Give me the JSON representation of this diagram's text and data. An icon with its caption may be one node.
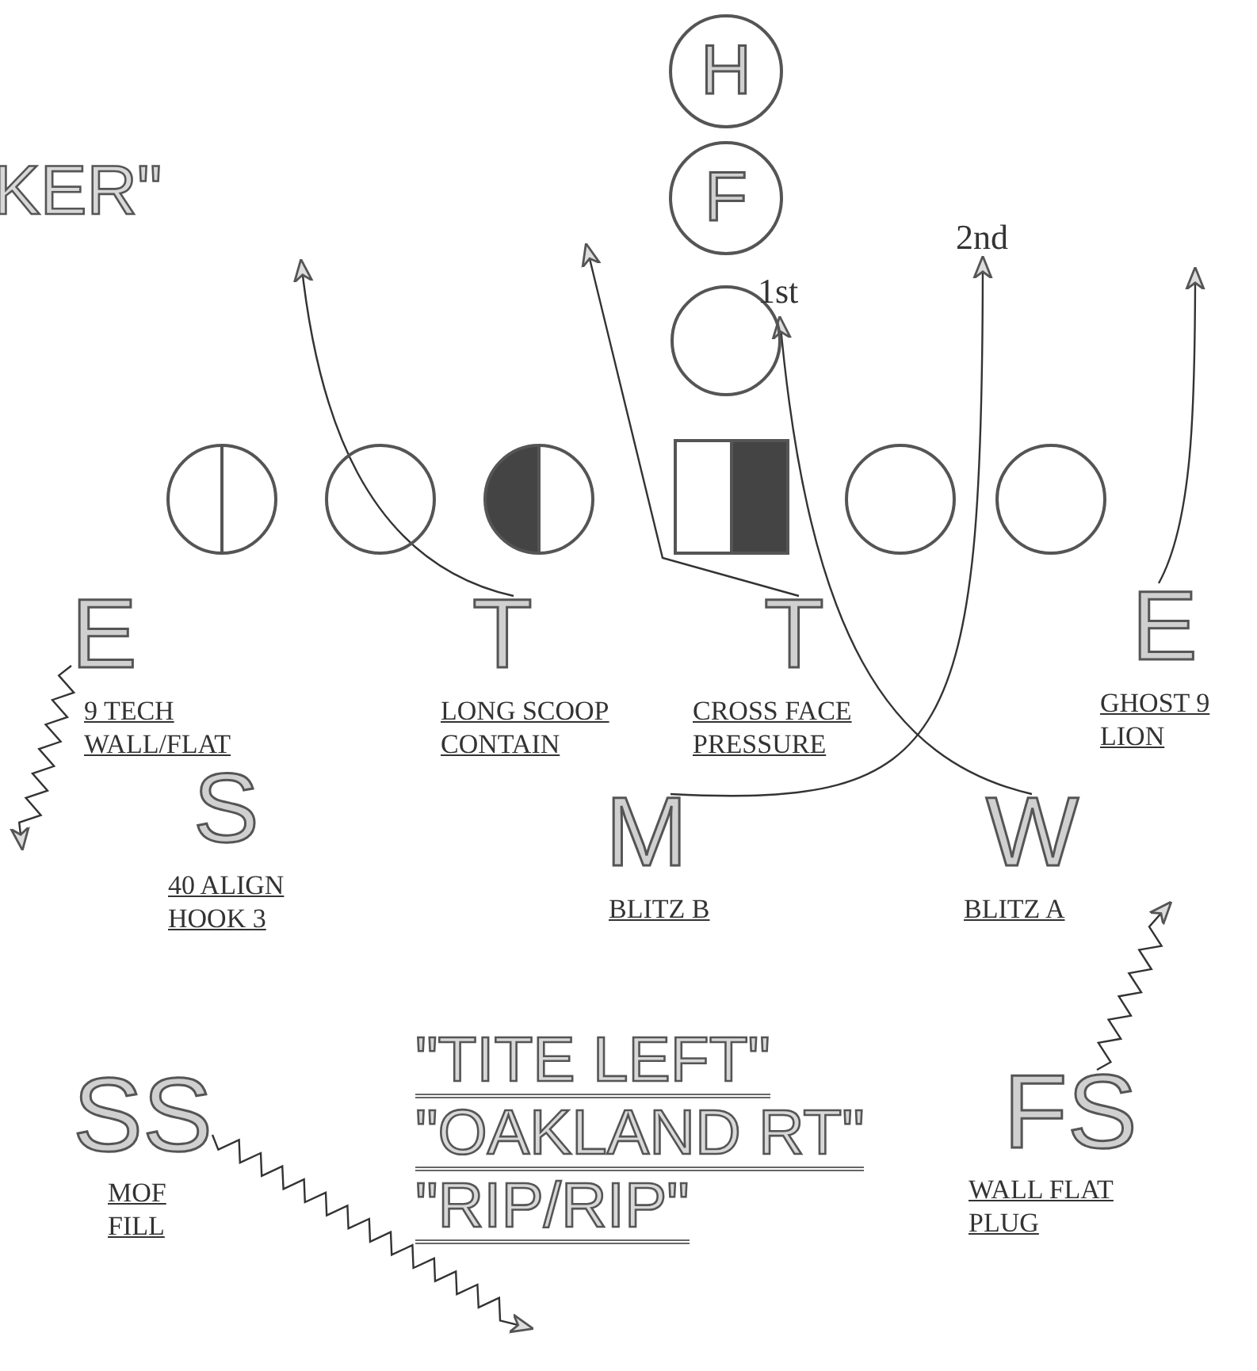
{
  "diagram": {
    "nodes": [
      {
        "text": [
          "H"
        ]
      },
      {
        "text": [
          "F"
        ]
      },
      {
        "text": [],
        "shape": "circle"
      },
      {
        "text": [],
        "shape": "circle"
      },
      {
        "text": [],
        "shape": "circle"
      },
      {
        "text": [],
        "shape": "circle"
      },
      {
        "text": [],
        "shape": "box"
      },
      {
        "text": [],
        "shape": "circle"
      },
      {
        "text": [],
        "shape": "circle"
      },
      {
        "text": [
          "E",
          "9 TECH WALL/FLAT"
        ]
      },
      {
        "text": [
          "T",
          "LONG SCOOP CONTAIN"
        ]
      },
      {
        "text": [
          "T",
          "CROSS FACE PRESSURE"
        ]
      },
      {
        "text": [
          "E",
          "GHOST 9 LION"
        ]
      },
      {
        "text": [
          "S",
          "40 ALIGN HOOK 3"
        ]
      },
      {
        "text": [
          "M",
          "BLITZ B"
        ]
      },
      {
        "text": [
          "W",
          "BLITZ A"
        ]
      },
      {
        "text": [
          "SS",
          "MOF FILL"
        ]
      },
      {
        "text": [
          "FS",
          "WALL FLAT PLUG"
        ]
      },
      {
        "text": [
          "1st"
        ]
      },
      {
        "text": [
          "2nd"
        ]
      }
    ],
    "edges": [
      {
        "from": 10,
        "to": null,
        "arrow": "to"
      },
      {
        "from": 11,
        "to": null,
        "arrow": "to"
      },
      {
        "from": 14,
        "to": 19,
        "arrow": "to"
      },
      {
        "from": 15,
        "to": 2,
        "arrow": "to"
      },
      {
        "from": 12,
        "to": null,
        "arrow": "to"
      },
      {
        "from": 9,
        "to": null,
        "arrow": "to"
      },
      {
        "from": 16,
        "to": null,
        "arrow": "to"
      },
      {
        "from": 17,
        "to": null,
        "arrow": "to"
      }
    ],
    "labels": [
      "KER\"",
      "\"TITE LEFT\"",
      "\"OAKLAND RT\"",
      "\"RIP/RIP\""
    ]
  }
}
